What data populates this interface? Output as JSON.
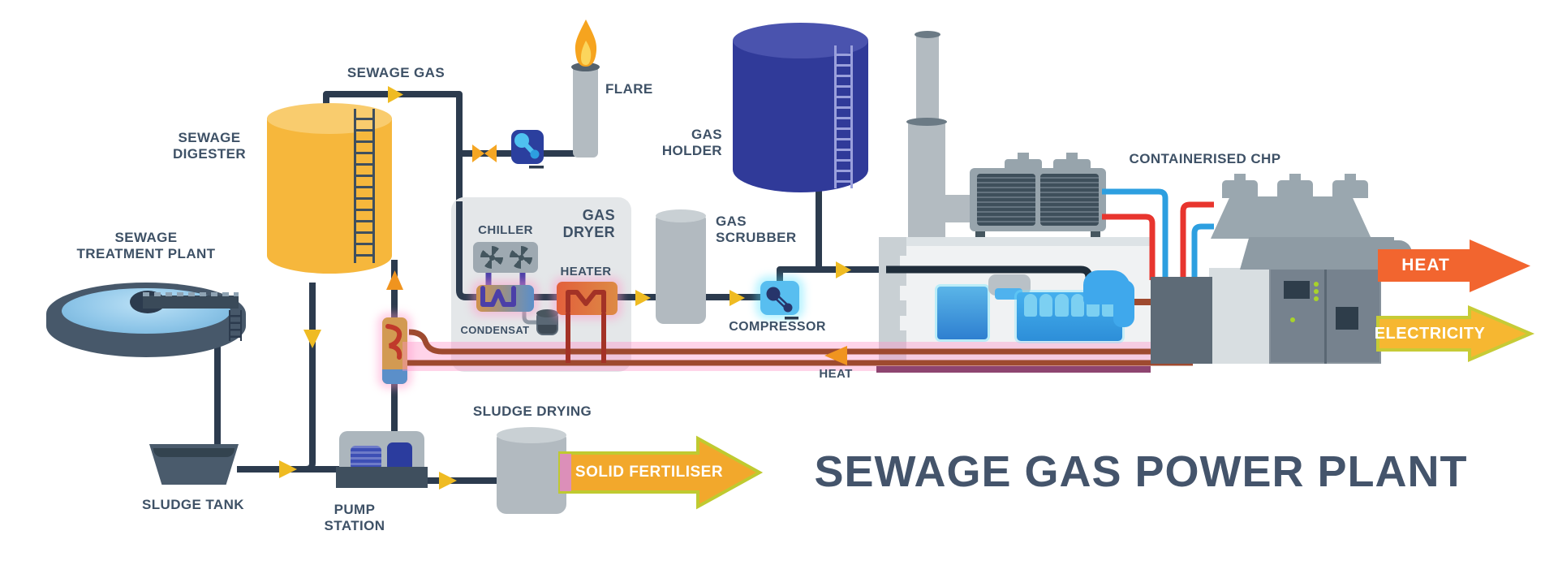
{
  "title": "SEWAGE GAS POWER PLANT",
  "labels": {
    "sewage_treatment_plant": [
      "SEWAGE",
      "TREATMENT PLANT"
    ],
    "sewage_digester": [
      "SEWAGE",
      "DIGESTER"
    ],
    "sewage_gas": "SEWAGE GAS",
    "flare": "FLARE",
    "gas_holder": [
      "GAS",
      "HOLDER"
    ],
    "gas_dryer": [
      "GAS",
      "DRYER"
    ],
    "chiller": "CHILLER",
    "heater": "HEATER",
    "condensat": "CONDENSAT",
    "gas_scrubber": [
      "GAS",
      "SCRUBBER"
    ],
    "compressor": "COMPRESSOR",
    "containerised_chp": "CONTAINERISED CHP",
    "heat_return": "HEAT",
    "sludge_tank": "SLUDGE TANK",
    "pump_station": [
      "PUMP",
      "STATION"
    ],
    "sludge_drying": "SLUDGE DRYING"
  },
  "output_arrows": {
    "heat": "HEAT",
    "electricity": "ELECTRICITY",
    "solid_fertiliser": "SOLID FERTILISER"
  },
  "colors": {
    "label_text": "#3E5166",
    "title_text": "#44546B",
    "pipe_dark": "#2C3B4E",
    "digester_yellow": "#F6B73C",
    "gas_holder_navy": "#303A99",
    "tank_gray": "#B3BBC1",
    "flow_arrow_yellow": "#EFBB22",
    "heat_pipe_brown": "#9E4A2F",
    "hot_water_red": "#E8352E",
    "cold_water_blue": "#2D9FE0",
    "heat_arrow_orange": "#F2652F",
    "electricity_arrow_yellow": "#F6B731",
    "fertiliser_arrow_orange": "#F2A82C"
  }
}
